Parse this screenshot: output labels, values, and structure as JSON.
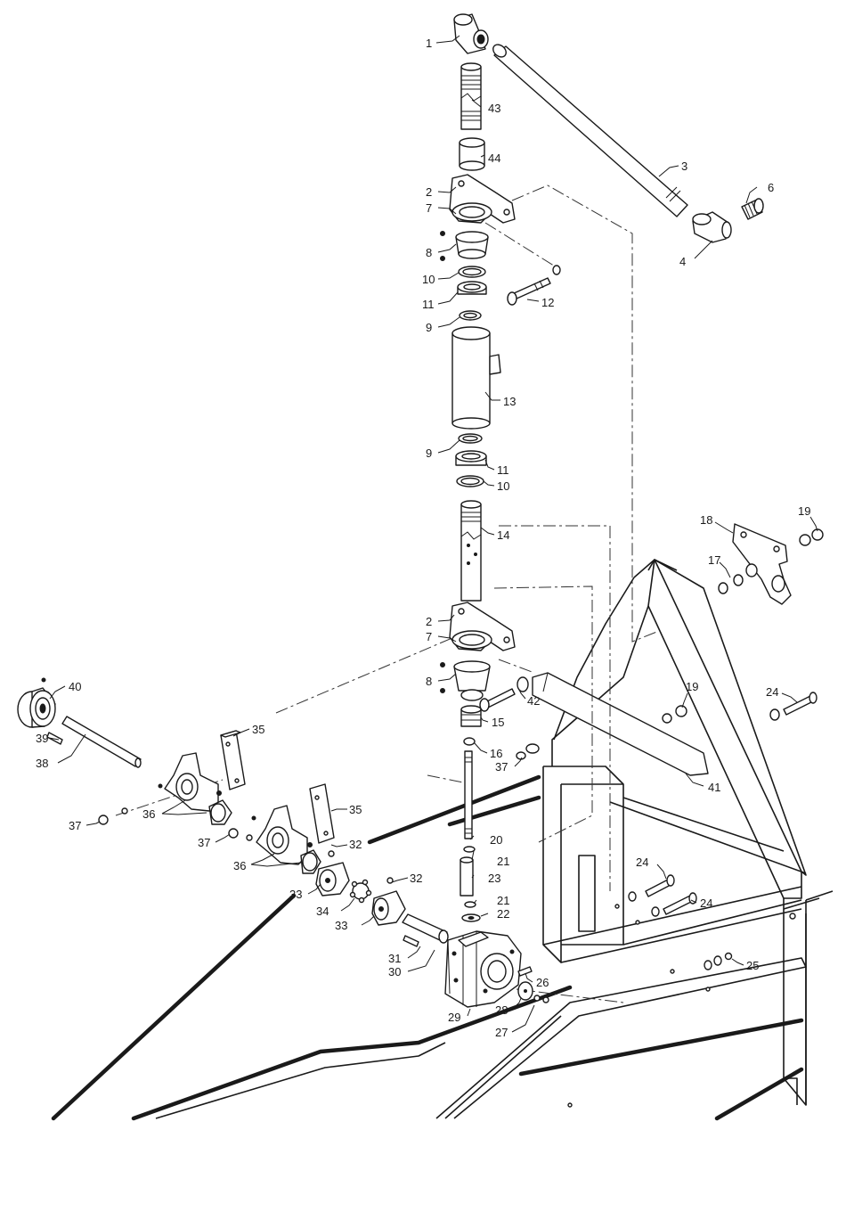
{
  "callouts": [
    {
      "id": "1",
      "label": "1"
    },
    {
      "id": "43",
      "label": "43"
    },
    {
      "id": "3",
      "label": "3"
    },
    {
      "id": "44",
      "label": "44"
    },
    {
      "id": "6",
      "label": "6"
    },
    {
      "id": "2a",
      "label": "2"
    },
    {
      "id": "7a",
      "label": "7"
    },
    {
      "id": "4",
      "label": "4"
    },
    {
      "id": "8a",
      "label": "8"
    },
    {
      "id": "10a",
      "label": "10"
    },
    {
      "id": "12",
      "label": "12"
    },
    {
      "id": "11a",
      "label": "11"
    },
    {
      "id": "9a",
      "label": "9"
    },
    {
      "id": "13",
      "label": "13"
    },
    {
      "id": "9b",
      "label": "9"
    },
    {
      "id": "11b",
      "label": "11"
    },
    {
      "id": "10b",
      "label": "10"
    },
    {
      "id": "18",
      "label": "18"
    },
    {
      "id": "19a",
      "label": "19"
    },
    {
      "id": "14",
      "label": "14"
    },
    {
      "id": "17",
      "label": "17"
    },
    {
      "id": "2b",
      "label": "2"
    },
    {
      "id": "7b",
      "label": "7"
    },
    {
      "id": "40",
      "label": "40"
    },
    {
      "id": "8b",
      "label": "8"
    },
    {
      "id": "42",
      "label": "42"
    },
    {
      "id": "19b",
      "label": "19"
    },
    {
      "id": "24a",
      "label": "24"
    },
    {
      "id": "15",
      "label": "15"
    },
    {
      "id": "35a",
      "label": "35"
    },
    {
      "id": "39",
      "label": "39"
    },
    {
      "id": "38",
      "label": "38"
    },
    {
      "id": "16",
      "label": "16"
    },
    {
      "id": "37a",
      "label": "37"
    },
    {
      "id": "41",
      "label": "41"
    },
    {
      "id": "36a",
      "label": "36"
    },
    {
      "id": "35b",
      "label": "35"
    },
    {
      "id": "37b",
      "label": "37"
    },
    {
      "id": "20",
      "label": "20"
    },
    {
      "id": "32a",
      "label": "32"
    },
    {
      "id": "37c",
      "label": "37"
    },
    {
      "id": "21a",
      "label": "21"
    },
    {
      "id": "36b",
      "label": "36"
    },
    {
      "id": "23",
      "label": "23"
    },
    {
      "id": "24b",
      "label": "24"
    },
    {
      "id": "32b",
      "label": "32"
    },
    {
      "id": "33a",
      "label": "33"
    },
    {
      "id": "24c",
      "label": "24"
    },
    {
      "id": "34",
      "label": "34"
    },
    {
      "id": "21b",
      "label": "21"
    },
    {
      "id": "22",
      "label": "22"
    },
    {
      "id": "33b",
      "label": "33"
    },
    {
      "id": "31",
      "label": "31"
    },
    {
      "id": "25",
      "label": "25"
    },
    {
      "id": "30",
      "label": "30"
    },
    {
      "id": "26",
      "label": "26"
    },
    {
      "id": "28",
      "label": "28"
    },
    {
      "id": "29",
      "label": "29"
    },
    {
      "id": "27",
      "label": "27"
    }
  ]
}
